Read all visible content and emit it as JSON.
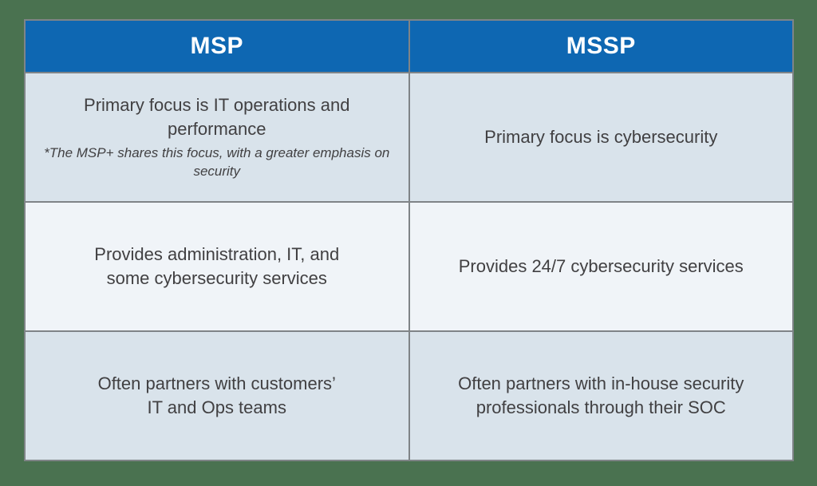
{
  "colors": {
    "bg-green": "#4a7250",
    "header-blue": "#0e67b2",
    "row-light": "#d9e3eb",
    "row-lighter": "#f0f4f8",
    "border-gray": "#7f8487",
    "text-dark": "#414042",
    "header-text": "#ffffff"
  },
  "table": {
    "columns": [
      {
        "label": "MSP"
      },
      {
        "label": "MSSP"
      }
    ],
    "rows": [
      {
        "cells": [
          {
            "text": "Primary focus is IT operations and\nperformance",
            "footnote": "*The MSP+ shares this focus, with a greater emphasis on security"
          },
          {
            "text": "Primary focus is cybersecurity",
            "footnote": ""
          }
        ]
      },
      {
        "cells": [
          {
            "text": "Provides administration, IT, and\nsome cybersecurity services",
            "footnote": ""
          },
          {
            "text": "Provides 24/7 cybersecurity services",
            "footnote": ""
          }
        ]
      },
      {
        "cells": [
          {
            "text": "Often partners with customers’\nIT and Ops teams",
            "footnote": ""
          },
          {
            "text": "Often partners with in-house security\nprofessionals through their SOC",
            "footnote": ""
          }
        ]
      }
    ]
  }
}
